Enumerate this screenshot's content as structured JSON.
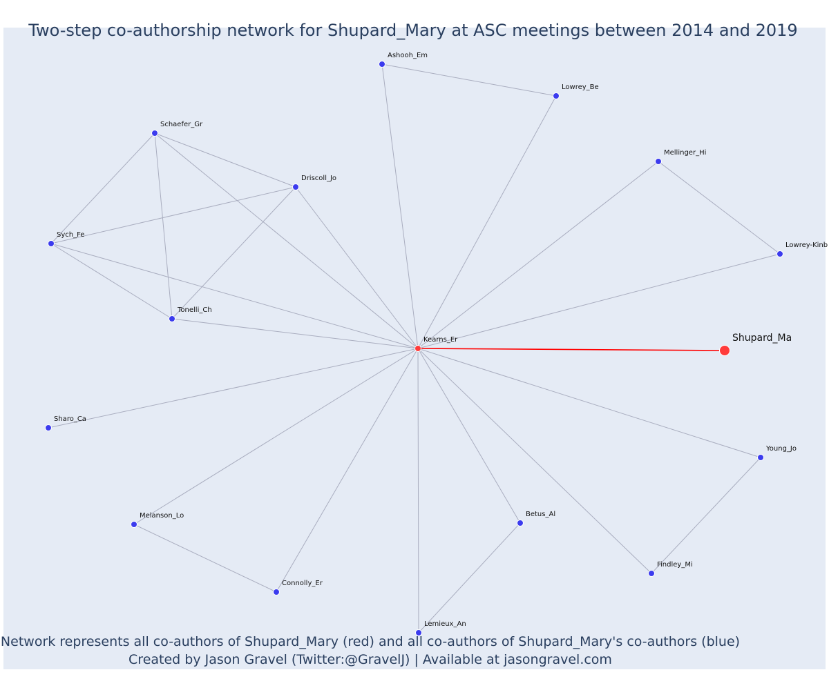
{
  "title": "Two-step co-authorship network for Shupard_Mary at ASC meetings between 2014 and 2019",
  "footer": {
    "line1": "Network represents all co-authors of Shupard_Mary (red) and all co-authors of Shupard_Mary's co-authors (blue)",
    "line2": "Created by Jason Gravel (Twitter:@GravelJ) | Available at jasongravel.com"
  },
  "colors": {
    "background": "#e5ebf5",
    "edge": "#a9adbf",
    "focal_edge": "#ff0000",
    "direct_coauthor": "#ff3b3b",
    "second_step": "#3b3bee"
  },
  "nodes": [
    {
      "id": "Ashooh_Em",
      "label": "Ashooh_Em",
      "type": "second_step"
    },
    {
      "id": "Lowrey_Be",
      "label": "Lowrey_Be",
      "type": "second_step"
    },
    {
      "id": "Schaefer_Gr",
      "label": "Schaefer_Gr",
      "type": "second_step"
    },
    {
      "id": "Driscoll_Jo",
      "label": "Driscoll_Jo",
      "type": "second_step"
    },
    {
      "id": "Mellinger_Hi",
      "label": "Mellinger_Hi",
      "type": "second_step"
    },
    {
      "id": "Sych_Fe",
      "label": "Sych_Fe",
      "type": "second_step"
    },
    {
      "id": "Lowrey-Kinb",
      "label": "Lowrey-Kinb",
      "type": "second_step"
    },
    {
      "id": "Tonelli_Ch",
      "label": "Tonelli_Ch",
      "type": "second_step"
    },
    {
      "id": "Kearns_Er",
      "label": "Kearns_Er",
      "type": "direct_coauthor"
    },
    {
      "id": "Shupard_Ma",
      "label": "Shupard_Ma",
      "type": "focal"
    },
    {
      "id": "Sharo_Ca",
      "label": "Sharo_Ca",
      "type": "second_step"
    },
    {
      "id": "Young_Jo",
      "label": "Young_Jo",
      "type": "second_step"
    },
    {
      "id": "Melanson_Lo",
      "label": "Melanson_Lo",
      "type": "second_step"
    },
    {
      "id": "Betus_Al",
      "label": "Betus_Al",
      "type": "second_step"
    },
    {
      "id": "Findley_Mi",
      "label": "Findley_Mi",
      "type": "second_step"
    },
    {
      "id": "Connolly_Er",
      "label": "Connolly_Er",
      "type": "second_step"
    },
    {
      "id": "Lemieux_An",
      "label": "Lemieux_An",
      "type": "second_step"
    }
  ],
  "edges": [
    [
      "Kearns_Er",
      "Shupard_Ma"
    ],
    [
      "Ashooh_Em",
      "Lowrey_Be"
    ],
    [
      "Ashooh_Em",
      "Kearns_Er"
    ],
    [
      "Lowrey_Be",
      "Kearns_Er"
    ],
    [
      "Schaefer_Gr",
      "Driscoll_Jo"
    ],
    [
      "Schaefer_Gr",
      "Sych_Fe"
    ],
    [
      "Schaefer_Gr",
      "Tonelli_Ch"
    ],
    [
      "Schaefer_Gr",
      "Kearns_Er"
    ],
    [
      "Driscoll_Jo",
      "Sych_Fe"
    ],
    [
      "Driscoll_Jo",
      "Tonelli_Ch"
    ],
    [
      "Driscoll_Jo",
      "Kearns_Er"
    ],
    [
      "Sych_Fe",
      "Tonelli_Ch"
    ],
    [
      "Sych_Fe",
      "Kearns_Er"
    ],
    [
      "Tonelli_Ch",
      "Kearns_Er"
    ],
    [
      "Mellinger_Hi",
      "Lowrey-Kinb"
    ],
    [
      "Mellinger_Hi",
      "Kearns_Er"
    ],
    [
      "Lowrey-Kinb",
      "Kearns_Er"
    ],
    [
      "Sharo_Ca",
      "Kearns_Er"
    ],
    [
      "Young_Jo",
      "Findley_Mi"
    ],
    [
      "Young_Jo",
      "Kearns_Er"
    ],
    [
      "Findley_Mi",
      "Kearns_Er"
    ],
    [
      "Melanson_Lo",
      "Connolly_Er"
    ],
    [
      "Melanson_Lo",
      "Kearns_Er"
    ],
    [
      "Connolly_Er",
      "Kearns_Er"
    ],
    [
      "Betus_Al",
      "Lemieux_An"
    ],
    [
      "Betus_Al",
      "Kearns_Er"
    ],
    [
      "Lemieux_An",
      "Kearns_Er"
    ]
  ]
}
